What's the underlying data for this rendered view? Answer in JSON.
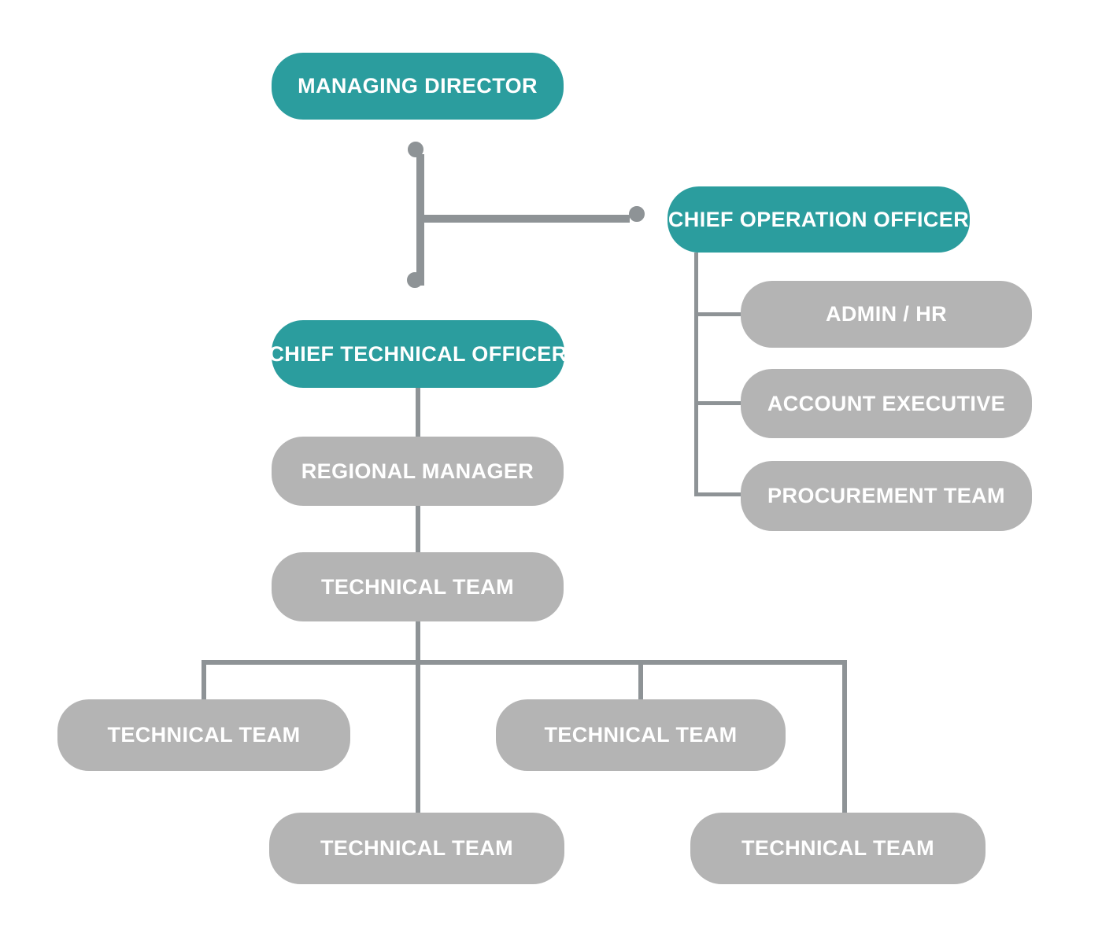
{
  "colors": {
    "teal": "#2b9d9e",
    "node_gray": "#b4b4b4",
    "line_gray": "#8e9396",
    "label_white": "#ffffff",
    "background": "#ffffff"
  },
  "org_chart": {
    "nodes": {
      "managing_director": {
        "label": "MANAGING DIRECTOR",
        "type": "executive"
      },
      "chief_operation_officer": {
        "label": "CHIEF OPERATION OFFICER",
        "type": "executive"
      },
      "admin_hr": {
        "label": "ADMIN / HR",
        "type": "team"
      },
      "account_executive": {
        "label": "ACCOUNT EXECUTIVE",
        "type": "team"
      },
      "procurement_team": {
        "label": "PROCUREMENT TEAM",
        "type": "team"
      },
      "chief_technical_officer": {
        "label": "CHIEF TECHNICAL OFFICER",
        "type": "executive"
      },
      "regional_manager": {
        "label": "REGIONAL MANAGER",
        "type": "team"
      },
      "technical_team_lead": {
        "label": "TECHNICAL TEAM",
        "type": "team"
      },
      "technical_team_1": {
        "label": "TECHNICAL TEAM",
        "type": "team"
      },
      "technical_team_2": {
        "label": "TECHNICAL TEAM",
        "type": "team"
      },
      "technical_team_3": {
        "label": "TECHNICAL TEAM",
        "type": "team"
      },
      "technical_team_4": {
        "label": "TECHNICAL TEAM",
        "type": "team"
      }
    },
    "edges": [
      [
        "managing_director",
        "chief_operation_officer"
      ],
      [
        "managing_director",
        "chief_technical_officer"
      ],
      [
        "chief_operation_officer",
        "admin_hr"
      ],
      [
        "chief_operation_officer",
        "account_executive"
      ],
      [
        "chief_operation_officer",
        "procurement_team"
      ],
      [
        "chief_technical_officer",
        "regional_manager"
      ],
      [
        "regional_manager",
        "technical_team_lead"
      ],
      [
        "technical_team_lead",
        "technical_team_1"
      ],
      [
        "technical_team_lead",
        "technical_team_2"
      ],
      [
        "technical_team_lead",
        "technical_team_3"
      ],
      [
        "technical_team_lead",
        "technical_team_4"
      ]
    ]
  }
}
